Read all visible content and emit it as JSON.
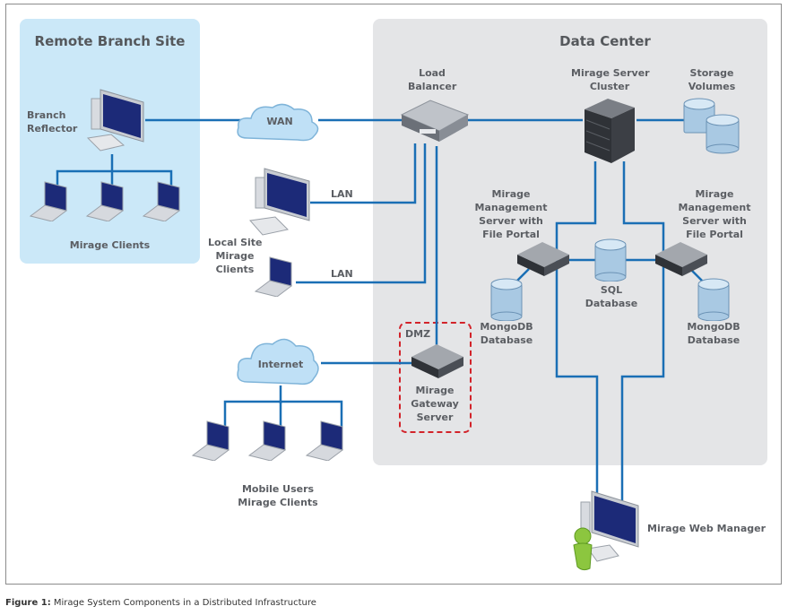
{
  "zones": {
    "remote_branch": "Remote Branch Site",
    "data_center": "Data Center",
    "dmz": "DMZ"
  },
  "nodes": {
    "branch_reflector": [
      "Branch",
      "Reflector"
    ],
    "remote_clients": "Mirage Clients",
    "wan": "WAN",
    "lan_1": "LAN",
    "lan_2": "LAN",
    "local_clients": [
      "Local Site",
      "Mirage",
      "Clients"
    ],
    "internet": "Internet",
    "mobile_clients": [
      "Mobile Users",
      "Mirage Clients"
    ],
    "load_balancer": [
      "Load",
      "Balancer"
    ],
    "server_cluster": [
      "Mirage Server",
      "Cluster"
    ],
    "storage": [
      "Storage",
      "Volumes"
    ],
    "mgmt_left": [
      "Mirage",
      "Management",
      "Server with",
      "File Portal"
    ],
    "mgmt_right": [
      "Mirage",
      "Management",
      "Server with",
      "File Portal"
    ],
    "sql": [
      "SQL",
      "Database"
    ],
    "mongo_left": [
      "MongoDB",
      "Database"
    ],
    "mongo_right": [
      "MongoDB",
      "Database"
    ],
    "gateway": [
      "Mirage",
      "Gateway",
      "Server"
    ],
    "web_manager": "Mirage Web Manager"
  },
  "colors": {
    "link": "#1a6fb5",
    "dmz_border": "#d2232a",
    "remote_zone": "#cbe8f8",
    "dc_zone": "#e4e5e7"
  },
  "caption": {
    "label": "Figure 1:",
    "text": " Mirage System Components in a Distributed Infrastructure"
  }
}
